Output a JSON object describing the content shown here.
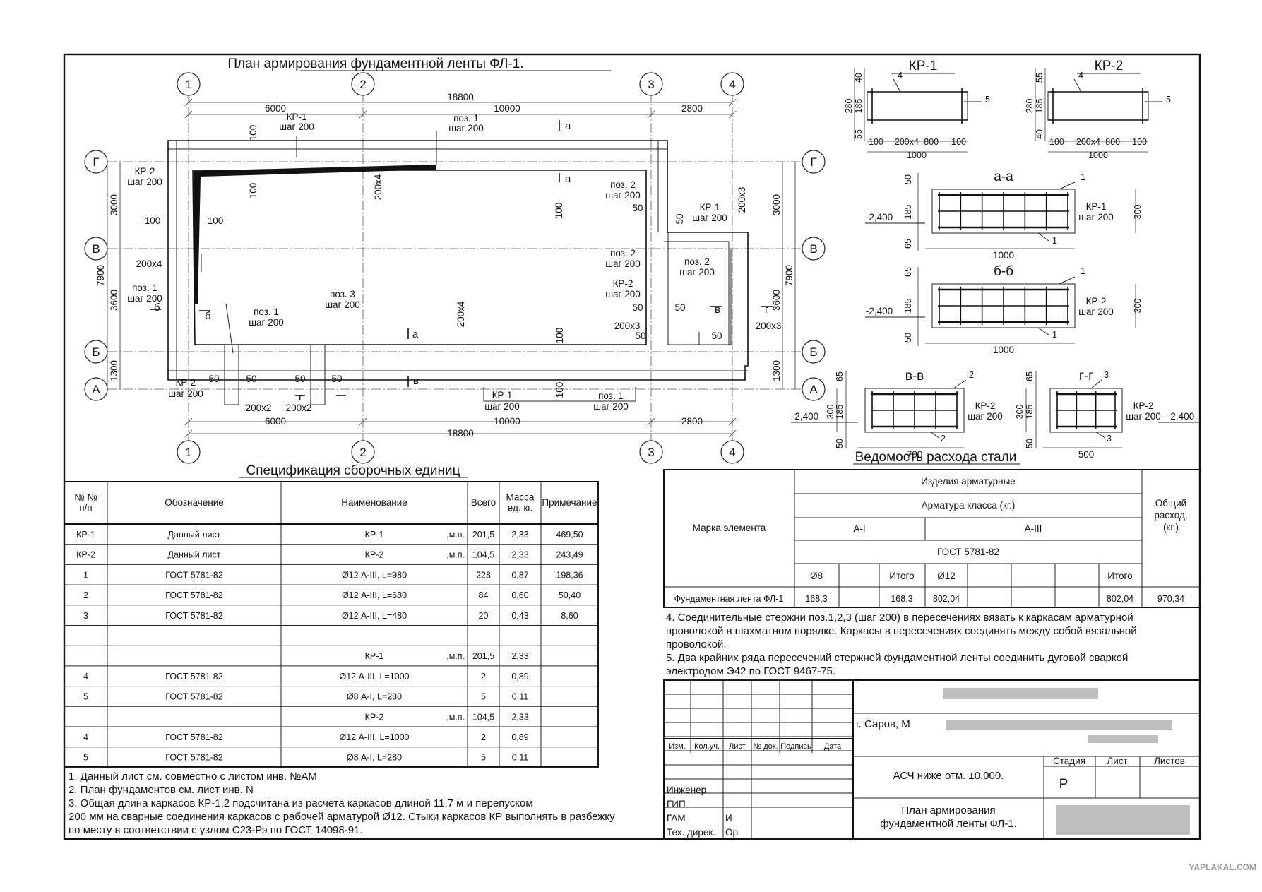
{
  "drawing": {
    "plan_title": "План армирования фундаментной ленты ФЛ-1.",
    "axes_x": [
      "1",
      "2",
      "3",
      "4"
    ],
    "axes_y": [
      "Г",
      "В",
      "Б",
      "А"
    ],
    "dims_top": [
      "6000",
      "10000",
      "2800",
      "18800"
    ],
    "dims_left": [
      "3000",
      "3600",
      "1300",
      "7900"
    ],
    "dims_right": [
      "3000",
      "3600",
      "1300",
      "7900"
    ],
    "plan_labels": [
      "КР-1",
      "шаг 200",
      "поз. 1",
      "шаг 200",
      "КР-2",
      "шаг 200",
      "100",
      "100",
      "100",
      "200х4",
      "поз. 1",
      "шаг 200",
      "поз. 3",
      "шаг 200",
      "поз. 1",
      "шаг 200",
      "200х4",
      "200х4",
      "100",
      "100",
      "поз. 2",
      "шаг 200",
      "50",
      "50",
      "КР-1",
      "шаг 200",
      "200х3",
      "поз. 2",
      "шаг 200",
      "поз. 2",
      "шаг 200",
      "КР-2",
      "шаг 200",
      "50",
      "50",
      "200х3",
      "50",
      "200х3",
      "КР-2",
      "шаг 200",
      "50",
      "50",
      "50",
      "50",
      "200х2",
      "200х2",
      "КР-1",
      "шаг 200",
      "поз. 1",
      "шаг 200",
      "100",
      "100",
      "50"
    ],
    "section_marks": [
      "а",
      "а",
      "а",
      "б",
      "б",
      "в",
      "в",
      "г",
      "г"
    ],
    "kr1": {
      "title": "КР-1",
      "dims": [
        "40",
        "280",
        "185",
        "55",
        "100",
        "200х4=800",
        "100",
        "1000"
      ],
      "pos": [
        "4",
        "5"
      ]
    },
    "kr2": {
      "title": "КР-2",
      "dims": [
        "55",
        "280",
        "185",
        "40",
        "100",
        "200х4=800",
        "100",
        "1000"
      ],
      "pos": [
        "4",
        "5"
      ]
    },
    "sec_aa": {
      "title": "а-а",
      "elev": "-2,400",
      "dims": [
        "50",
        "185",
        "65",
        "300",
        "1000"
      ],
      "labels": [
        "КР-1",
        "шаг 200"
      ],
      "pos": [
        "1",
        "1"
      ]
    },
    "sec_bb": {
      "title": "б-б",
      "elev": "-2,400",
      "dims": [
        "65",
        "185",
        "50",
        "300",
        "1000"
      ],
      "labels": [
        "КР-2",
        "шаг 200"
      ],
      "pos": [
        "1",
        "1"
      ]
    },
    "sec_vv": {
      "title": "в-в",
      "elev": "-2,400",
      "dims": [
        "65",
        "185",
        "50",
        "300",
        "700"
      ],
      "labels": [
        "КР-2",
        "шаг 200"
      ],
      "pos": [
        "2",
        "2"
      ]
    },
    "sec_gg": {
      "title": "г-г",
      "elev": "-2,400",
      "dims": [
        "65",
        "185",
        "50",
        "300",
        "500"
      ],
      "labels": [
        "КР-2",
        "шаг 200"
      ],
      "pos": [
        "3",
        "3"
      ]
    }
  },
  "spec": {
    "title": "Спецификация сборочных единиц",
    "headers": [
      "№ №\nп/п",
      "Обозначение",
      "Наименование",
      "Всего",
      "Масса\nед. кг.",
      "Примечание"
    ],
    "rows": [
      [
        "КР-1",
        "Данный лист",
        "КР-1",
        ",м.п.",
        "201,5",
        "2,33",
        "469,50"
      ],
      [
        "КР-2",
        "Данный лист",
        "КР-2",
        ",м.п.",
        "104,5",
        "2,33",
        "243,49"
      ],
      [
        "1",
        "ГОСТ 5781-82",
        "Ø12 А-III, L=980",
        "",
        "228",
        "0,87",
        "198,36"
      ],
      [
        "2",
        "ГОСТ 5781-82",
        "Ø12 А-III, L=680",
        "",
        "84",
        "0,60",
        "50,40"
      ],
      [
        "3",
        "ГОСТ 5781-82",
        "Ø12 А-III, L=480",
        "",
        "20",
        "0,43",
        "8,60"
      ],
      [
        "",
        "",
        "",
        "",
        "",
        "",
        ""
      ],
      [
        "",
        "",
        "КР-1",
        ",м.п.",
        "201,5",
        "2,33",
        ""
      ],
      [
        "4",
        "ГОСТ 5781-82",
        "Ø12 А-III, L=1000",
        "",
        "2",
        "0,89",
        ""
      ],
      [
        "5",
        "ГОСТ 5781-82",
        "Ø8 А-I, L=280",
        "",
        "5",
        "0,11",
        ""
      ],
      [
        "",
        "",
        "КР-2",
        ",м.п.",
        "104,5",
        "2,33",
        ""
      ],
      [
        "4",
        "ГОСТ 5781-82",
        "Ø12 А-III, L=1000",
        "",
        "2",
        "0,89",
        ""
      ],
      [
        "5",
        "ГОСТ 5781-82",
        "Ø8 А-I, L=280",
        "",
        "5",
        "0,11",
        ""
      ]
    ],
    "notes": [
      "1. Данный лист см. совместно с листом инв. №АМ",
      "2. План фундаментов см. лист инв. N",
      "3. Общая длина каркасов КР-1,2 подсчитана из расчета каркасов длиной  11,7 м и перепуском",
      "200 мм на сварные соединения каркасов с рабочей арматурой  Ø12. Стыки каркасов КР выполнять в разбежку",
      "по месту в соответствии с узлом С23-Рэ по ГОСТ 14098-91."
    ]
  },
  "steel": {
    "title": "Ведомость расхода стали",
    "header_mark": "Марка элемента",
    "header_items": "Изделия арматурные",
    "header_class": "Арматура класса (кг.)",
    "header_ai": "А-I",
    "header_aiii": "А-III",
    "header_gost": "ГОСТ 5781-82",
    "header_total": "Общий\nрасход,\n(кг.)",
    "sub": [
      "Ø8",
      "Итого",
      "Ø12",
      "Итого"
    ],
    "row": [
      "Фундаментная лента ФЛ-1",
      "168,3",
      "168,3",
      "802,04",
      "802,04",
      "970,34"
    ],
    "notes": [
      "4. Соединительные стержни поз.1,2,3 (шаг 200) в пересечениях вязать к каркасам арматурной",
      "проволокой в шахматном порядке. Каркасы в пересечениях соединять между собой вязальной",
      "проволокой.",
      "5. Два крайних ряда пересечений стержней фундаментной ленты соединить дуговой сваркой",
      "электродом Э42 по ГОСТ 9467-75."
    ]
  },
  "stamp": {
    "address": "г. Саров, М",
    "col_heads": [
      "Изм.",
      "Кол.уч.",
      "Лист",
      "№ док.",
      "Подпись",
      "Дата"
    ],
    "roles": [
      "Инженер",
      "ГИП",
      "ГАМ",
      "Тех. дирек."
    ],
    "names": [
      "",
      "",
      "И",
      "Ор"
    ],
    "section": "АСЧ ниже отм. ±0,000.",
    "sheet_title": "План армирования\nфундаментной ленты ФЛ-1.",
    "stage_heads": [
      "Стадия",
      "Лист",
      "Листов"
    ],
    "stage": "Р"
  },
  "watermark": "YAPLAKAL.COM"
}
